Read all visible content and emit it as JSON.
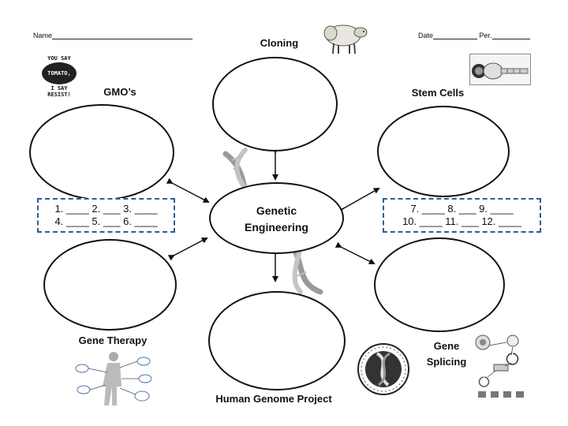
{
  "header": {
    "name_label": "Name",
    "date_label": "Date",
    "period_label": "Per."
  },
  "titles": {
    "cloning": "Cloning",
    "gmo": "GMO’s",
    "stem_cells": "Stem Cells",
    "gene_therapy": "Gene Therapy",
    "gene_splicing_line1": "Gene",
    "gene_splicing_line2": "Splicing",
    "human_genome": "Human Genome Project",
    "center_line1": "Genetic",
    "center_line2": "Engineering"
  },
  "boxes": {
    "left_line1": "1. ____ 2. ___ 3. ____",
    "left_line2": "4. ____ 5. ___ 6. ____",
    "right_line1": "7. ____ 8. ___ 9. ____",
    "right_line2": "10. ____ 11. ___ 12. ____"
  },
  "badge": {
    "line1": "YOU SAY",
    "line2": "TOMATO,",
    "line3": "I SAY",
    "line4": "RESIST!"
  },
  "colors": {
    "box_border": "#2a5d9a",
    "outline": "#111111"
  },
  "icons": [
    "sheep-image",
    "resist-badge",
    "microscope-cell-image",
    "dna-helix-image",
    "gene-therapy-diagram",
    "genome-seal-image",
    "gene-splicing-diagram"
  ]
}
